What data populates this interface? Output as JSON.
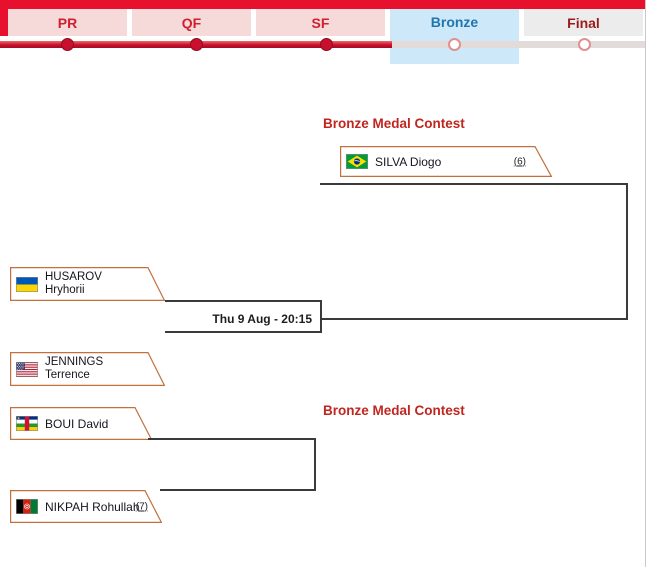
{
  "header": {
    "tabs": [
      {
        "label": "PR",
        "state": "completed"
      },
      {
        "label": "QF",
        "state": "completed"
      },
      {
        "label": "SF",
        "state": "completed"
      },
      {
        "label": "Bronze",
        "state": "active"
      },
      {
        "label": "Final",
        "state": "upcoming"
      }
    ]
  },
  "contests": {
    "title1": "Bronze Medal Contest",
    "title2": "Bronze Medal Contest",
    "match_time": "Thu 9 Aug - 20:15"
  },
  "players": {
    "silva": {
      "name": "SILVA Diogo",
      "seed": "(6)",
      "country": "Brazil"
    },
    "husarov": {
      "surname": "HUSAROV",
      "given": "Hryhorii",
      "country": "Ukraine"
    },
    "jennings": {
      "surname": "JENNINGS",
      "given": "Terrence",
      "country": "United States"
    },
    "boui": {
      "name": "BOUI David",
      "country": "Central African Republic"
    },
    "nikpah": {
      "name": "NIKPAH Rohullah",
      "seed": "(7)",
      "country": "Afghanistan"
    }
  },
  "colors": {
    "accent_red": "#e8112d",
    "heading_red": "#c0261f",
    "tab_blue_text": "#2176ae",
    "bronze_tab_bg": "#cde8f8",
    "box_border": "#c2703d",
    "bracket_line": "#3a3a3a"
  }
}
